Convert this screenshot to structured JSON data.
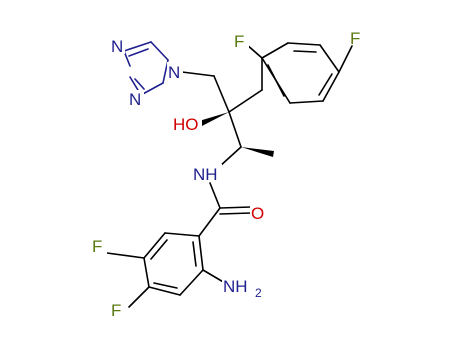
{
  "colors": {
    "bond": "#000000",
    "nitrogen": "#1f1f8f",
    "oxygen": "#d00000",
    "fluorine": "#5a7a10"
  },
  "atoms": {
    "f_top_left": "F",
    "f_top_right": "F",
    "n_triazole_top": "N",
    "n_triazole_left": "N",
    "n_triazole_right": "N",
    "hydroxyl": "HO",
    "amide_nh": "NH",
    "carbonyl_o": "O",
    "f_bottom_upper": "F",
    "f_bottom_lower": "F",
    "amine_nh": "NH",
    "amine_sub": "2"
  }
}
